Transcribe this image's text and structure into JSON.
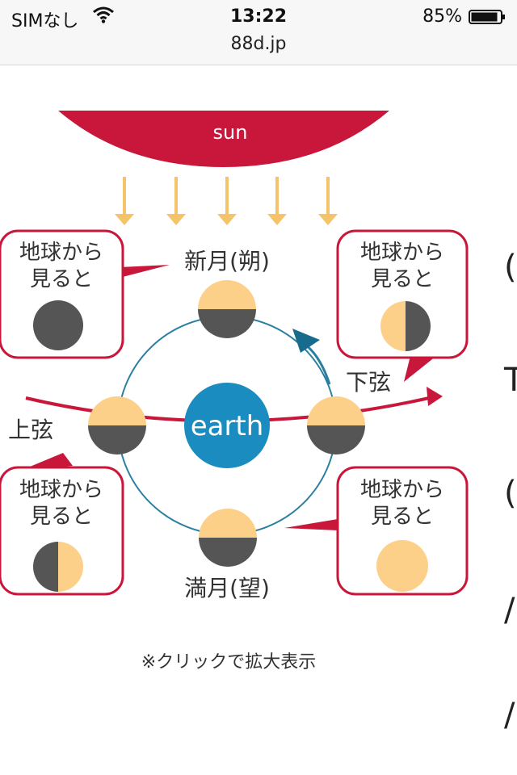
{
  "status_bar": {
    "carrier": "SIMなし",
    "time": "13:22",
    "battery": "85%",
    "url": "88d.jp"
  },
  "diagram": {
    "sun_label": "sun",
    "earth_label": "earth",
    "new_moon_label": "新月(朔)",
    "full_moon_label": "満月(望)",
    "first_quarter_label": "上弦",
    "last_quarter_label": "下弦",
    "view_from_earth_label": "地球から\n見ると",
    "click_hint": "※クリックで拡大表示"
  },
  "colors": {
    "sun": "#c8173a",
    "moon_light": "#fcd088",
    "moon_dark": "#555555",
    "earth": "#1b8cbf",
    "orbit": "#2a7fa0",
    "arrow": "#f5c46a"
  },
  "right_edge_cut_text": [
    "(",
    "T",
    "(",
    "/",
    "/"
  ]
}
